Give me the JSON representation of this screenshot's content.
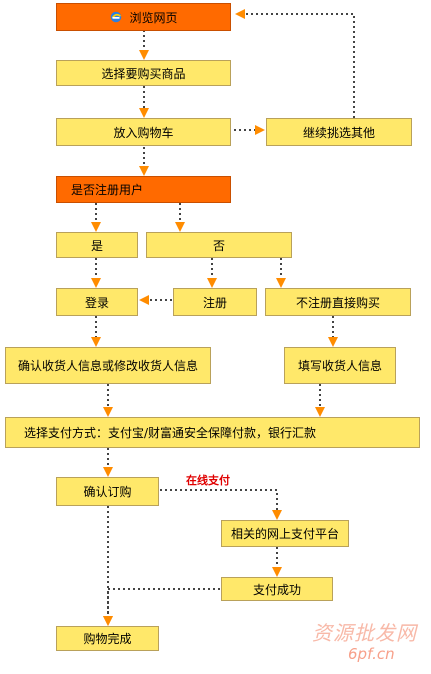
{
  "nodes": {
    "browse": "浏览网页",
    "select_product": "选择要购买商品",
    "add_cart": "放入购物车",
    "continue": "继续挑选其他",
    "registered": "是否注册用户",
    "yes": "是",
    "no": "否",
    "login": "登录",
    "register": "注册",
    "direct_buy": "不注册直接购买",
    "confirm_info": "确认收货人信息或修改收货人信息",
    "fill_info": "填写收货人信息",
    "payment_method": "选择支付方式：支付宝/财富通安全保障付款，银行汇款",
    "confirm_order": "确认订购",
    "platform": "相关的网上支付平台",
    "pay_success": "支付成功",
    "done": "购物完成"
  },
  "edge_label": "在线支付",
  "watermark": {
    "line1": "资源批发网",
    "line2": "6pf.cn"
  },
  "icons": {
    "browser": "ie-browser-icon"
  },
  "colors": {
    "box_fill": "#ffe86a",
    "header_fill": "#ff6a00",
    "arrow": "#444444",
    "arrow_head": "#ff8c00"
  }
}
